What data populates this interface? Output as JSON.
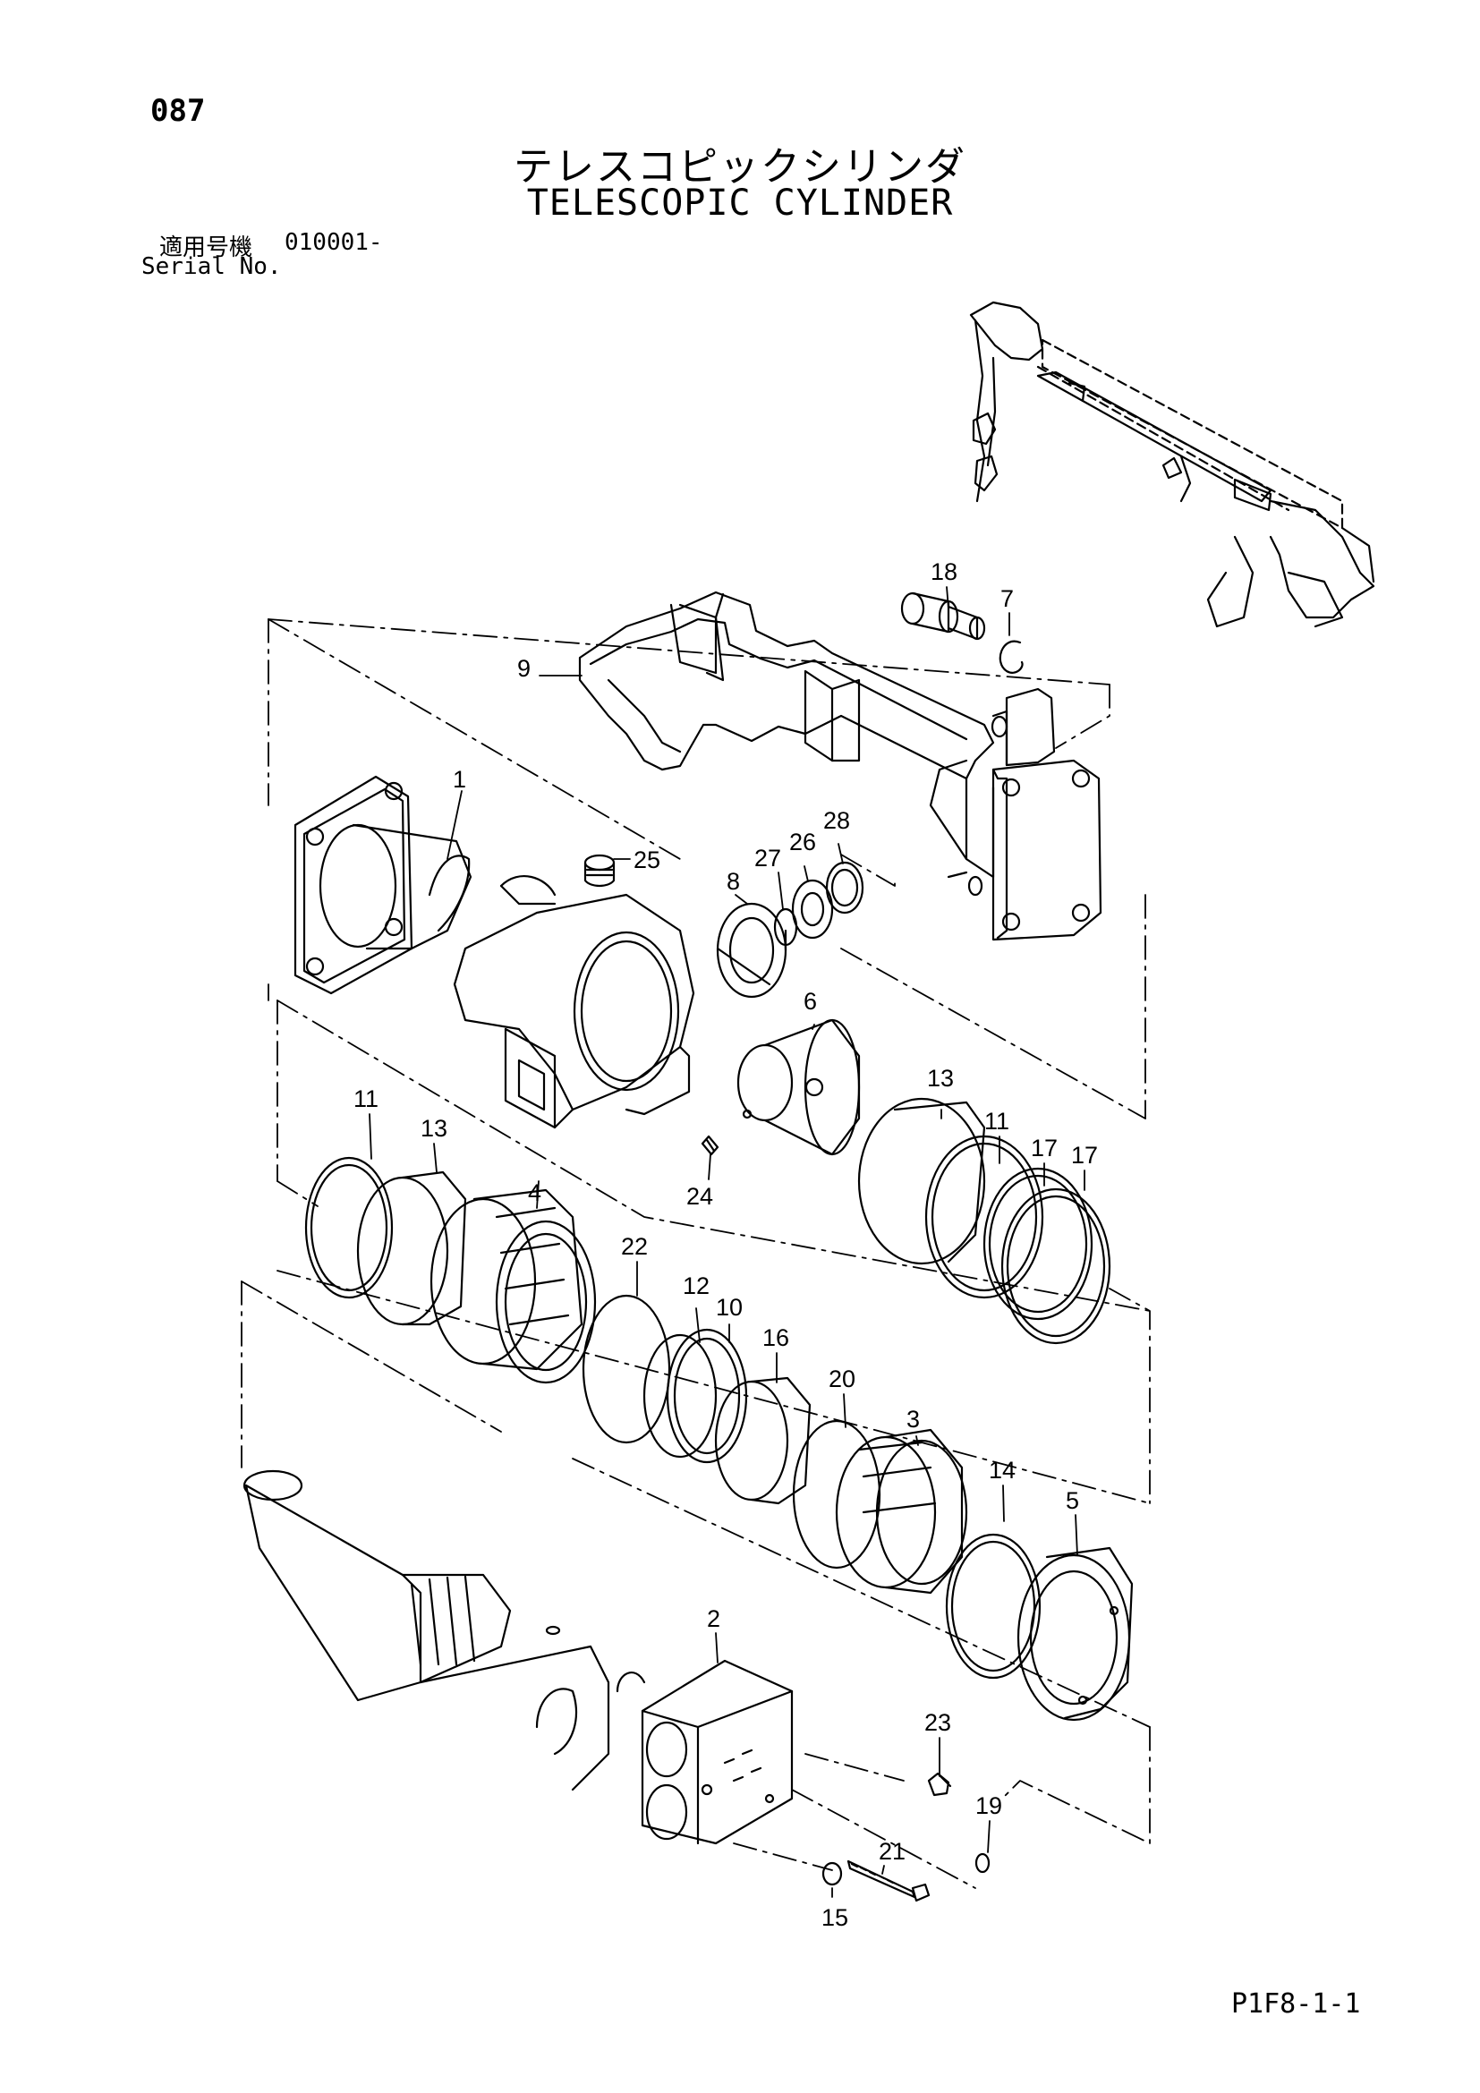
{
  "header": {
    "page_number": "087",
    "title_jp": "テレスコピックシリンダ",
    "title_en": "TELESCOPIC CYLINDER",
    "serial_label_jp": "適用号機",
    "serial_value": "010001-",
    "serial_label_en": "Serial No."
  },
  "footer": {
    "figure_code": "P1F8-1-1"
  },
  "callouts": {
    "c1": "1",
    "c2": "2",
    "c3": "3",
    "c4": "4",
    "c5": "5",
    "c6": "6",
    "c7": "7",
    "c8": "8",
    "c9": "9",
    "c10": "10",
    "c11a": "11",
    "c11b": "11",
    "c12": "12",
    "c13a": "13",
    "c13b": "13",
    "c14": "14",
    "c15": "15",
    "c16": "16",
    "c17a": "17",
    "c17b": "17",
    "c18": "18",
    "c19": "19",
    "c20": "20",
    "c21": "21",
    "c22": "22",
    "c23": "23",
    "c24": "24",
    "c25": "25",
    "c26": "26",
    "c27": "27",
    "c28": "28"
  },
  "colors": {
    "line": "#000000",
    "background": "#ffffff"
  }
}
